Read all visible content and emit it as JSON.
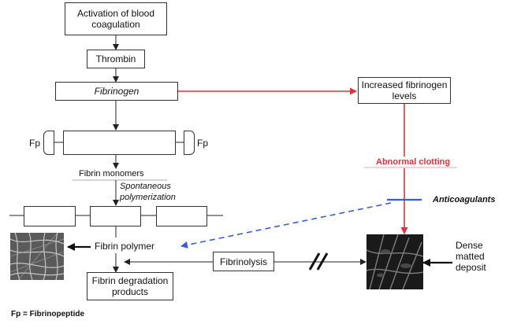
{
  "nodes": {
    "activation": "Activation of blood coagulation",
    "thrombin": "Thrombin",
    "fibrinogen": "Fibrinogen",
    "increased": "Increased fibrinogen levels",
    "fp_left": "Fp",
    "fp_right": "Fp",
    "fibrin_monomers": "Fibrin monomers",
    "spontaneous": "Spontaneous polymerization",
    "abnormal": "Abnormal clotting",
    "anticoagulants": "Anticoagulants",
    "fibrin_polymer": "Fibrin polymer",
    "fibrinolysis": "Fibrinolysis",
    "dense": "Dense matted deposit",
    "degradation": "Fibrin degradation products"
  },
  "footnote": "Fp = Fibrinopeptide",
  "colors": {
    "red": "#e0303a",
    "blue": "#3b5bd6",
    "line": "#222222"
  }
}
